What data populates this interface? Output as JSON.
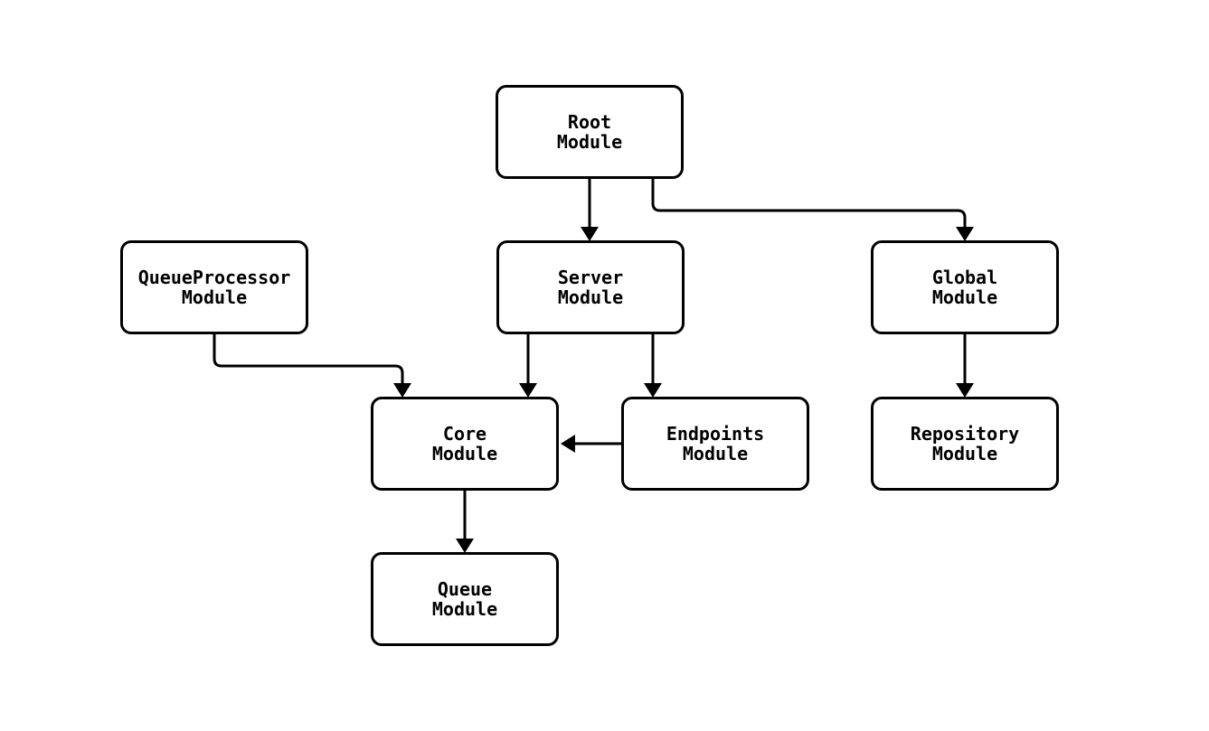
{
  "diagram": {
    "type": "module-dependency-flowchart",
    "background_color": "#ffffff",
    "node_fill_color": "#ffffff",
    "node_border_color": "#000000",
    "text_color": "#000000",
    "edge_color": "#000000"
  },
  "nodes": {
    "root": {
      "line1": "Root",
      "line2": "Module"
    },
    "queueprocessor": {
      "line1": "QueueProcessor",
      "line2": "Module"
    },
    "server": {
      "line1": "Server",
      "line2": "Module"
    },
    "global": {
      "line1": "Global",
      "line2": "Module"
    },
    "core": {
      "line1": "Core",
      "line2": "Module"
    },
    "endpoints": {
      "line1": "Endpoints",
      "line2": "Module"
    },
    "repository": {
      "line1": "Repository",
      "line2": "Module"
    },
    "queue": {
      "line1": "Queue",
      "line2": "Module"
    }
  },
  "edges": [
    {
      "from": "Root Module",
      "to": "Server Module"
    },
    {
      "from": "Root Module",
      "to": "Global Module"
    },
    {
      "from": "QueueProcessor Module",
      "to": "Core Module"
    },
    {
      "from": "Server Module",
      "to": "Core Module"
    },
    {
      "from": "Server Module",
      "to": "Endpoints Module"
    },
    {
      "from": "Endpoints Module",
      "to": "Core Module"
    },
    {
      "from": "Global Module",
      "to": "Repository Module"
    },
    {
      "from": "Core Module",
      "to": "Queue Module"
    }
  ]
}
